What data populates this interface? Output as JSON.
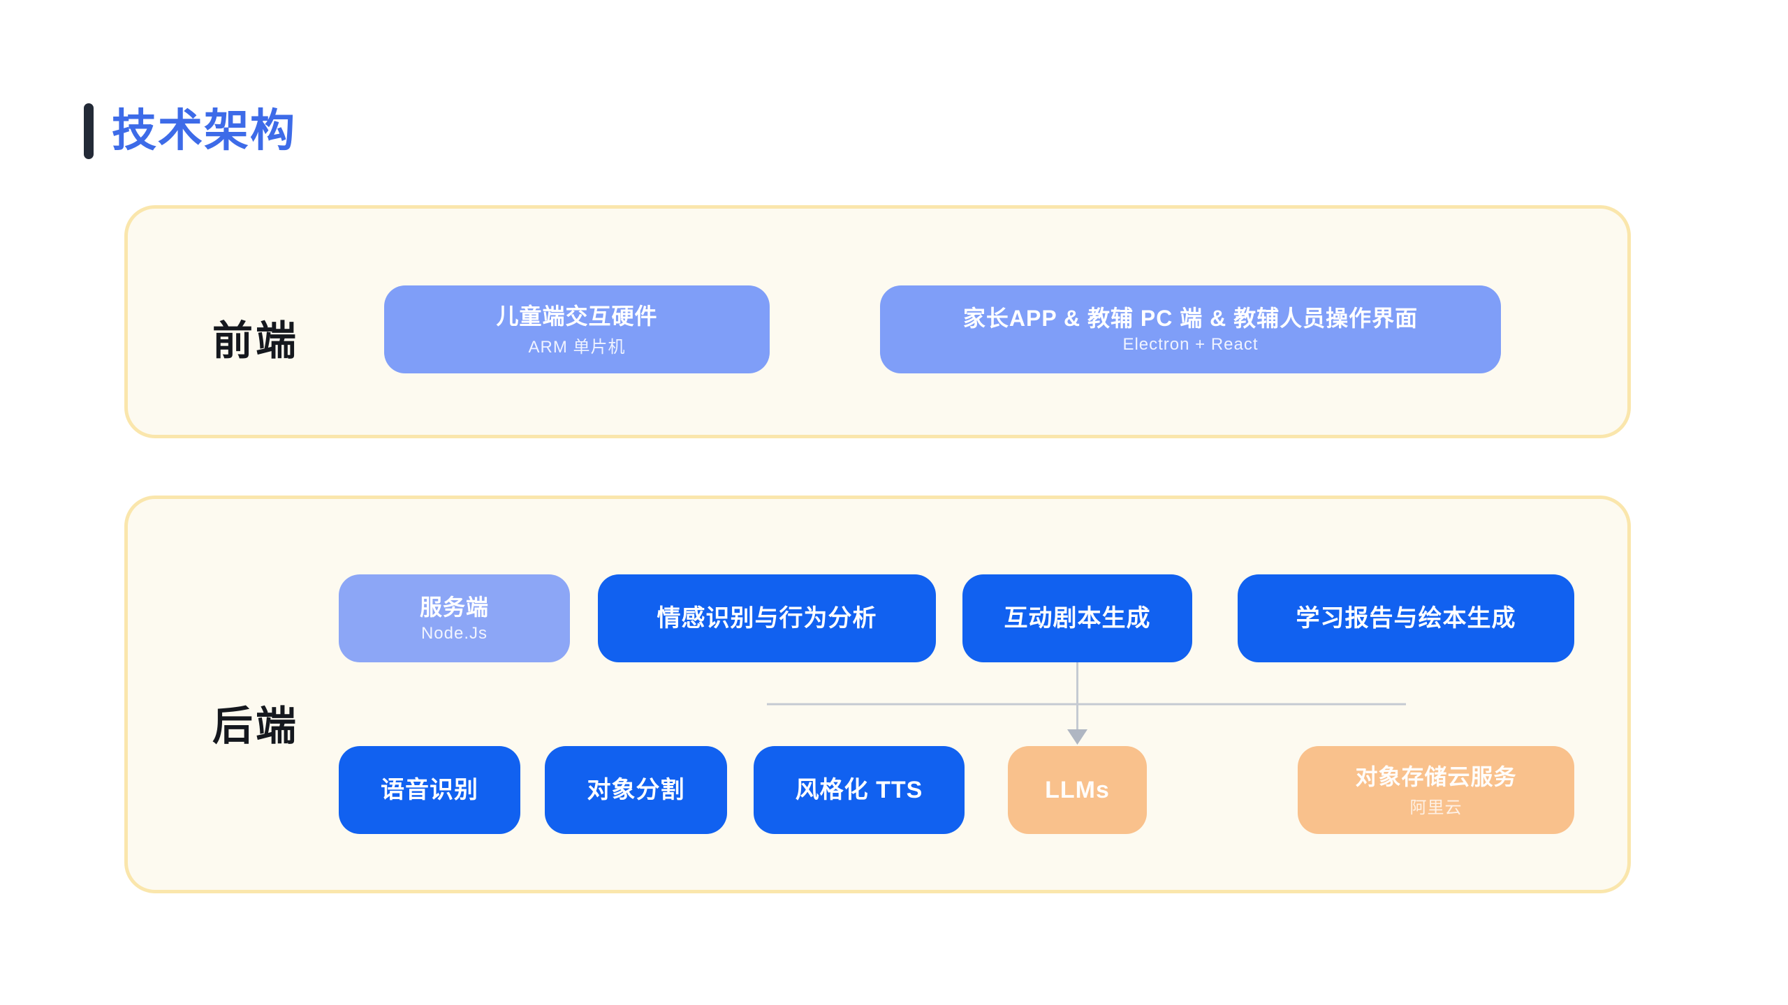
{
  "header": {
    "title": "技术架构"
  },
  "palette": {
    "accent_blue": "#3D6BE8",
    "accent_bar": "#232A37",
    "panel_bg": "#FDFAF0",
    "panel_border": "#FAE6AC",
    "node_blue": "#1161F0",
    "node_periwinkle": "#7F9EF8",
    "node_periwinkle_light": "#8CA6F6",
    "node_orange": "#F9C18C",
    "connector_gray": "#C5CAD2"
  },
  "frontend": {
    "label": "前端",
    "boxes": [
      {
        "title": "儿童端交互硬件",
        "subtitle": "ARM 单片机"
      },
      {
        "title": "家长APP & 教辅 PC 端 & 教辅人员操作界面",
        "subtitle": "Electron + React"
      }
    ]
  },
  "backend": {
    "label": "后端",
    "row1": [
      {
        "title": "服务端",
        "subtitle": "Node.Js"
      },
      {
        "title": "情感识别与行为分析"
      },
      {
        "title": "互动剧本生成"
      },
      {
        "title": "学习报告与绘本生成"
      }
    ],
    "row2": [
      {
        "title": "语音识别"
      },
      {
        "title": "对象分割"
      },
      {
        "title": "风格化 TTS"
      },
      {
        "title": "LLMs"
      },
      {
        "title": "对象存储云服务",
        "subtitle": "阿里云"
      }
    ]
  }
}
